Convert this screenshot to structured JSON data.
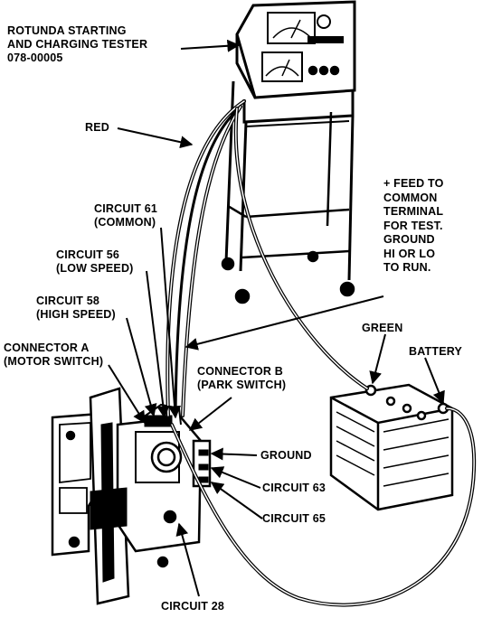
{
  "labels": {
    "tester_line1": "ROTUNDA STARTING",
    "tester_line2": "AND CHARGING TESTER",
    "tester_line3": "078-00005",
    "red": "RED",
    "circuit61_line1": "CIRCUIT 61",
    "circuit61_line2": "(COMMON)",
    "circuit56_line1": "CIRCUIT 56",
    "circuit56_line2": "(LOW SPEED)",
    "circuit58_line1": "CIRCUIT 58",
    "circuit58_line2": "(HIGH SPEED)",
    "connA_line1": "CONNECTOR A",
    "connA_line2": "(MOTOR SWITCH)",
    "connB_line1": "CONNECTOR B",
    "connB_line2": "(PARK SWITCH)",
    "feed_line1": "+ FEED TO",
    "feed_line2": "COMMON",
    "feed_line3": "TERMINAL",
    "feed_line4": "FOR TEST.",
    "feed_line5": "GROUND",
    "feed_line6": "HI OR LO",
    "feed_line7": "TO RUN.",
    "green": "GREEN",
    "battery": "BATTERY",
    "ground": "GROUND",
    "circuit63": "CIRCUIT 63",
    "circuit65": "CIRCUIT 65",
    "circuit28": "CIRCUIT 28"
  },
  "colors": {
    "ink": "#000000",
    "paper": "#ffffff"
  }
}
